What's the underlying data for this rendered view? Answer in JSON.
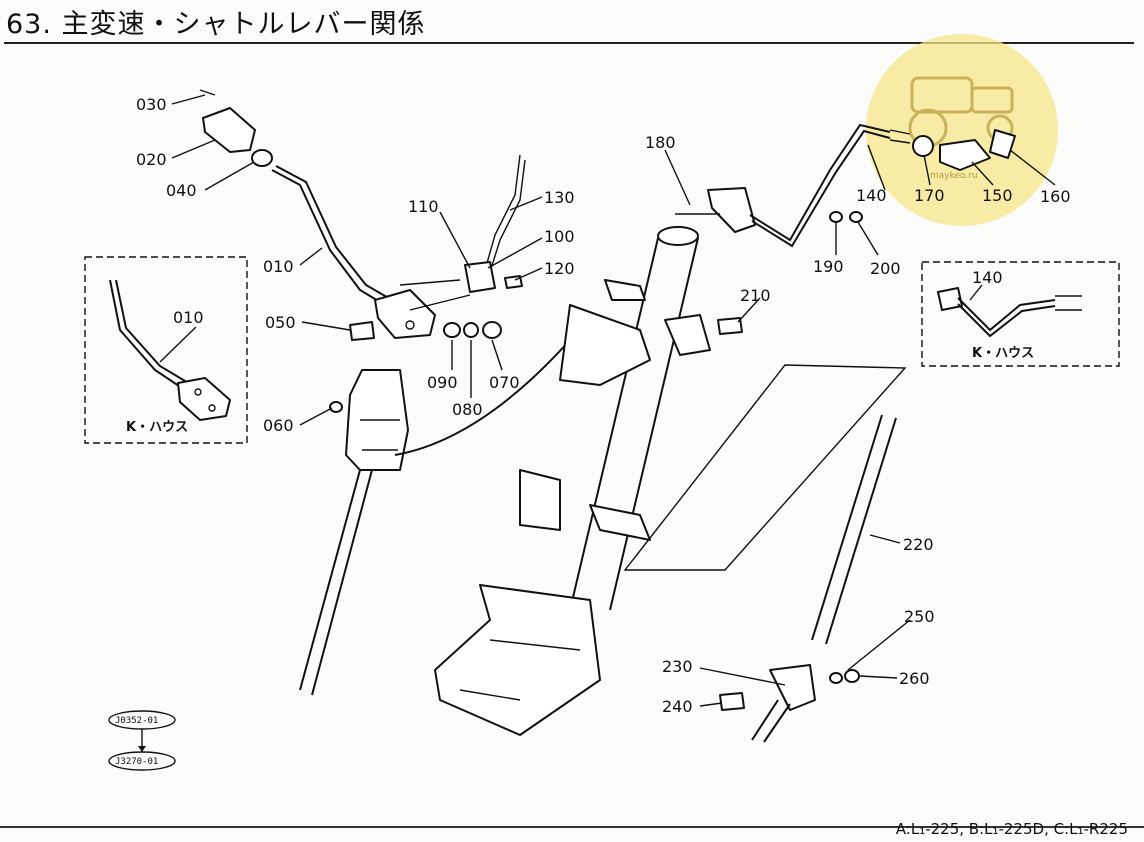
{
  "title": "63. 主変速・シャトルレバー関係",
  "models": "A:L₁-225, B:L₁-225D, C:L₁-R225",
  "watermark": "maykeo.ru",
  "inset_label": "K・ハウス",
  "ref_codes": [
    "J0352-01",
    "J3270-01"
  ],
  "colors": {
    "watermark": "#f7e58a",
    "ink": "#111111"
  },
  "parts": {
    "p010": "010",
    "p020": "020",
    "p030": "030",
    "p040": "040",
    "p050": "050",
    "p060": "060",
    "p070": "070",
    "p080": "080",
    "p090": "090",
    "p100": "100",
    "p110": "110",
    "p120": "120",
    "p130": "130",
    "p140": "140",
    "p150": "150",
    "p160": "160",
    "p170": "170",
    "p180": "180",
    "p190": "190",
    "p200": "200",
    "p210": "210",
    "p220": "220",
    "p230": "230",
    "p240": "240",
    "p250": "250",
    "p260": "260"
  }
}
